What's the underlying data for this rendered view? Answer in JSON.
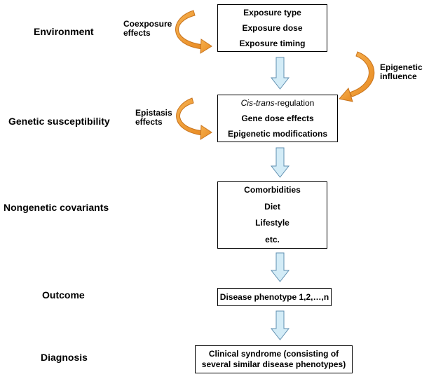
{
  "stages": {
    "environment": "Environment",
    "genetic_susceptibility": "Genetic susceptibility",
    "nongenetic_covariants": "Nongenetic covariants",
    "outcome": "Outcome",
    "diagnosis": "Diagnosis"
  },
  "boxes": {
    "environment": [
      "Exposure type",
      "Exposure dose",
      "Exposure timing"
    ],
    "genetic": {
      "cis_trans_italic": "Cis-trans",
      "cis_trans_rest": "-regulation",
      "gene_dose": "Gene dose effects",
      "epigenetic_mods": "Epigenetic modifications"
    },
    "nongenetic": [
      "Comorbidities",
      "Diet",
      "Lifestyle",
      "etc."
    ],
    "outcome": "Disease phenotype 1,2,…,n",
    "diagnosis": [
      "Clinical syndrome (consisting of",
      "several similar disease phenotypes)"
    ]
  },
  "annotations": {
    "coexposure": [
      "Coexposure",
      "effects"
    ],
    "epigenetic_influence": [
      "Epigenetic",
      "influence"
    ],
    "epistasis": [
      "Epistasis",
      "effects"
    ]
  },
  "colors": {
    "curved_arrow_fill": "#f0a03c",
    "curved_arrow_stroke": "#c8741e",
    "down_arrow_fill": "#d3ecf7",
    "down_arrow_stroke": "#5f8fb0"
  }
}
